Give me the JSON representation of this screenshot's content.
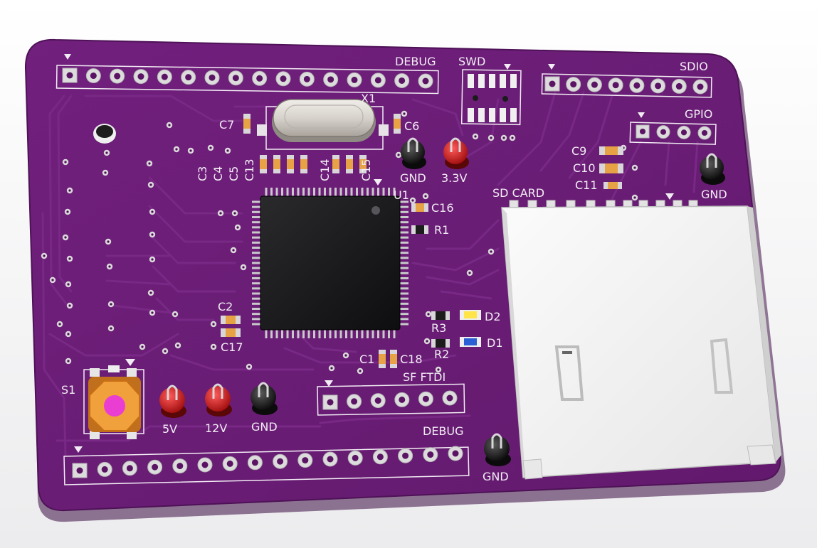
{
  "board": {
    "colors": {
      "soldermask": "#6a1c75",
      "soldermask_dark": "#561560",
      "silkscreen": "#f2ecf4",
      "pad": "#d9d6d9",
      "sd_card": "#f4f4f4"
    },
    "headers": {
      "debug_top": {
        "label": "DEBUG",
        "pins": 16
      },
      "debug_bottom": {
        "label": "DEBUG",
        "pins": 16
      },
      "sdio": {
        "label": "SDIO",
        "pins": 8
      },
      "gpio": {
        "label": "GPIO",
        "pins": 4
      },
      "sf_ftdi": {
        "label": "SF  FTDI",
        "pins": 6
      },
      "swd": {
        "label": "SWD"
      }
    },
    "chip": {
      "label": "U1"
    },
    "crystal": {
      "label": "X1"
    },
    "sd_card": {
      "label": "SD  CARD"
    },
    "button": {
      "label": "S1"
    },
    "test_points": {
      "tp_gnd_top": "GND",
      "tp_33v": "3.3V",
      "tp_gnd_right": "GND",
      "tp_5v": "5V",
      "tp_12v": "12V",
      "tp_gnd_bottom": "GND",
      "tp_gnd_sd": "GND"
    },
    "components": {
      "c1": "C1",
      "c2": "C2",
      "c3": "C3",
      "c4": "C4",
      "c5": "C5",
      "c6": "C6",
      "c7": "C7",
      "c9": "C9",
      "c10": "C10",
      "c11": "C11",
      "c13": "C13",
      "c14": "C14",
      "c15": "C15",
      "c16": "C16",
      "c17": "C17",
      "c18": "C18",
      "r1": "R1",
      "r2": "R2",
      "r3": "R3",
      "d1": "D1",
      "d2": "D2"
    }
  }
}
